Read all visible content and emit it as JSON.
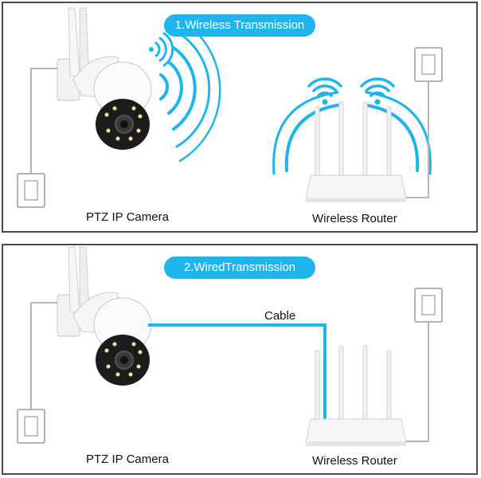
{
  "colors": {
    "accent": "#1eb5ec",
    "frame": "#4a4a4a",
    "device_white": "#f4f4f4",
    "camera_lens": "#1c1c1c"
  },
  "panels": [
    {
      "title": "1.Wireless Transmission",
      "camera_label": "PTZ IP Camera",
      "router_label": "Wireless Router",
      "connection": "wireless"
    },
    {
      "title": "2.WiredTransmission",
      "camera_label": "PTZ IP Camera",
      "router_label": "Wireless Router",
      "cable_label": "Cable",
      "connection": "wired"
    }
  ],
  "icons": [
    "wifi-signal-icon",
    "camera-icon",
    "router-icon",
    "power-outlet-icon"
  ]
}
